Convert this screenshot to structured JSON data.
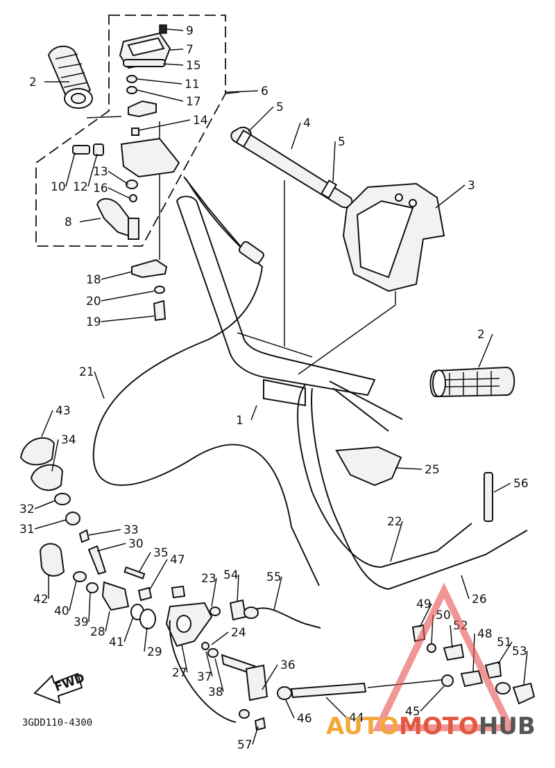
{
  "diagram": {
    "drawing_code": "3GDD110-4300",
    "fwd_label": "FWD",
    "callouts": [
      "1",
      "2",
      "2",
      "3",
      "4",
      "5",
      "5",
      "6",
      "7",
      "8",
      "9",
      "10",
      "11",
      "12",
      "13",
      "14",
      "15",
      "16",
      "17",
      "18",
      "19",
      "20",
      "21",
      "22",
      "23",
      "24",
      "25",
      "26",
      "27",
      "28",
      "29",
      "30",
      "31",
      "32",
      "33",
      "34",
      "35",
      "36",
      "37",
      "38",
      "39",
      "40",
      "41",
      "42",
      "43",
      "44",
      "45",
      "46",
      "47",
      "48",
      "49",
      "50",
      "51",
      "52",
      "53",
      "54",
      "55",
      "56",
      "57"
    ]
  },
  "watermark": {
    "brand_part1": "AUTO",
    "brand_part2": "MOTO",
    "brand_part3": "HUB",
    "colors": {
      "part1": "#f3a93a",
      "part2": "#e2573f",
      "part3": "#555555",
      "triangle": "#e85050"
    }
  }
}
